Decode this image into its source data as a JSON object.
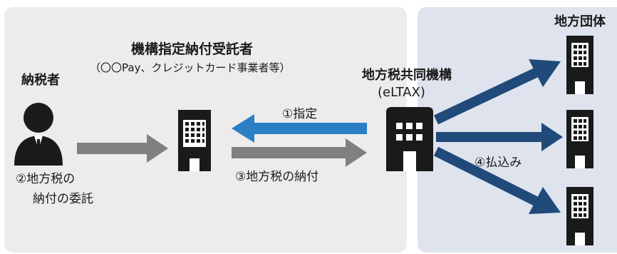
{
  "labels": {
    "taxpayer": "納税者",
    "agent_title": "機構指定納付受託者",
    "agent_sub": "（〇〇Pay、クレジットカード事業者等）",
    "eltax_title": "地方税共同機構",
    "eltax_sub": "(eLTAX)",
    "local_gov": "地方団体",
    "step1": "①指定",
    "step2_line1": "②地方税の",
    "step2_line2": "納付の委託",
    "step3": "③地方税の納付",
    "step4": "④払込み"
  },
  "colors": {
    "left_panel": "#ececec",
    "right_panel": "#dfe3ee",
    "gray_arrow": "#808080",
    "blue_arrow": "#2b7fc4",
    "navy_arrow": "#1f4a7a",
    "icon": "#1a1a1a"
  }
}
